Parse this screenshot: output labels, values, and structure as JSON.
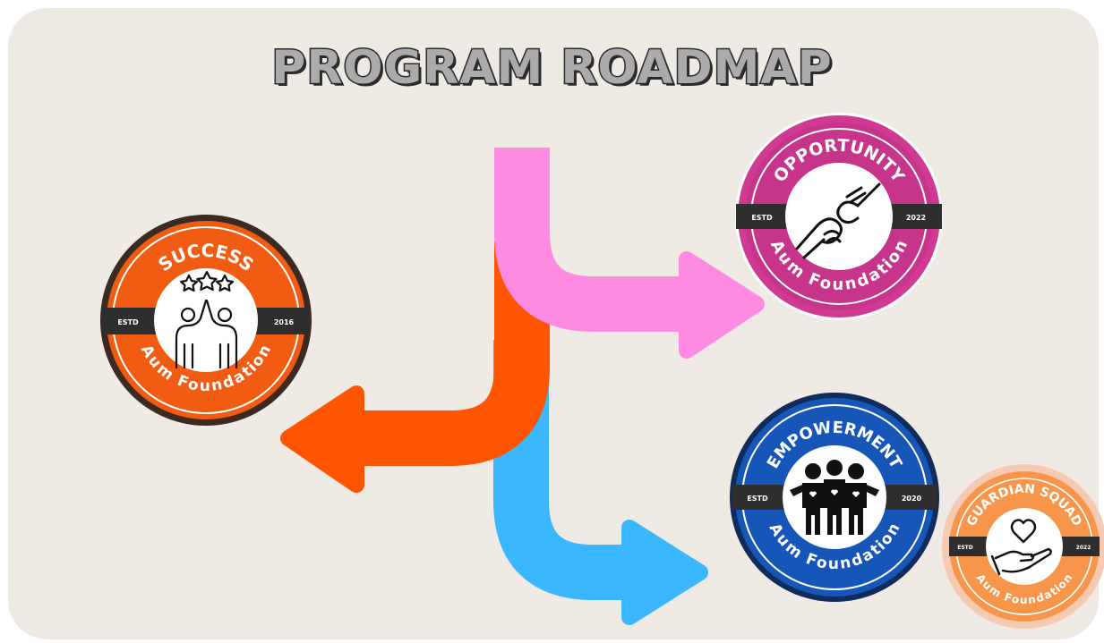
{
  "title": "PROGRAM ROADMAP",
  "colors": {
    "panel": "#efeae3",
    "pink_arrow": "#ff8ae2",
    "orange_arrow": "#ff5500",
    "blue_arrow": "#3bb7ff",
    "success_badge": "#f25c12",
    "opportunity_badge": "#d13a93",
    "empowerment_badge": "#1656b8",
    "guardian_badge": "#f7954a"
  },
  "badges": {
    "success": {
      "name": "SUCCESS",
      "estd": "ESTD",
      "year": "2016",
      "org": "Aum Foundation",
      "icon": "high-five-stars"
    },
    "opportunity": {
      "name": "OPPORTUNITY",
      "estd": "ESTD",
      "year": "2022",
      "org": "Aum Foundation",
      "icon": "helping-hands"
    },
    "empowerment": {
      "name": "EMPOWERMENT",
      "estd": "ESTD",
      "year": "2020",
      "org": "Aum Foundation",
      "icon": "group-of-people"
    },
    "guardian": {
      "name": "GUARDIAN SQUAD",
      "estd": "ESTD",
      "year": "2022",
      "org": "Aum Foundation",
      "icon": "heart-in-hand"
    }
  }
}
